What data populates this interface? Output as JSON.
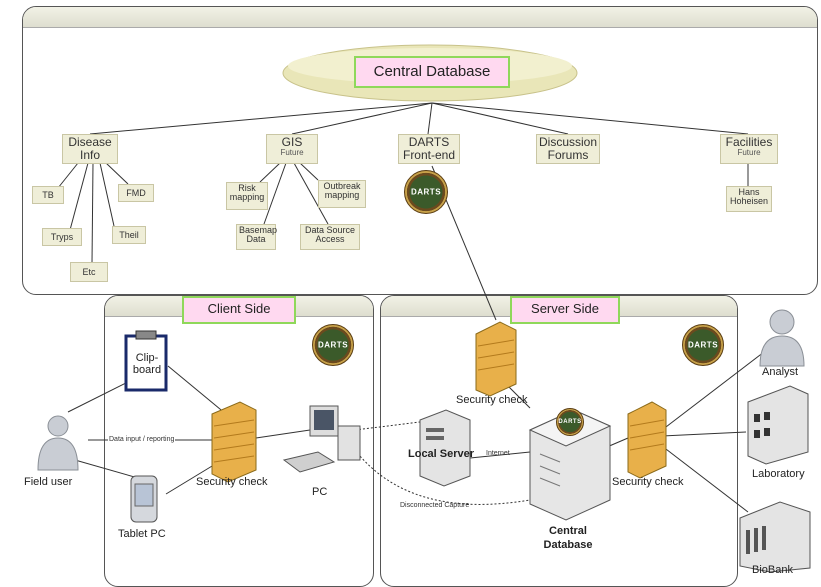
{
  "top_tree": {
    "root": "Central Database",
    "nodes": {
      "disease_info": "Disease\nInfo",
      "gis": "GIS",
      "gis_sub": "Future",
      "darts_fe": "DARTS\nFront-end",
      "forums": "Discussion\nForums",
      "facilities": "Facilities",
      "facilities_sub": "Future"
    },
    "leaves": {
      "tb": "TB",
      "fmd": "FMD",
      "tryps": "Tryps",
      "theil": "Theil",
      "etc": "Etc",
      "risk": "Risk\nmapping",
      "outbreak": "Outbreak\nmapping",
      "basemap": "Basemap\nData",
      "data_source": "Data Source\nAccess",
      "hans": "Hans\nHoheisen"
    }
  },
  "client": {
    "header": "Client Side",
    "clipboard": "Clip-\nboard",
    "field_user": "Field user",
    "tablet": "Tablet PC",
    "security": "Security check",
    "pc": "PC",
    "data_input": "Data input / reporting"
  },
  "server": {
    "header": "Server Side",
    "security_top": "Security check",
    "local_server": "Local Server",
    "internet": "Internet",
    "disconnected": "Disconnected Capture",
    "central_db": "Central\nDatabase",
    "security_right": "Security check",
    "analyst": "Analyst",
    "laboratory": "Laboratory",
    "biobank": "BioBank"
  },
  "badge_text": "DARTS",
  "colors": {
    "node_fill": "#efeed8",
    "header_fill": "#ffd9f0",
    "header_border": "#8fd85a",
    "firewall": "#e8b04a"
  }
}
